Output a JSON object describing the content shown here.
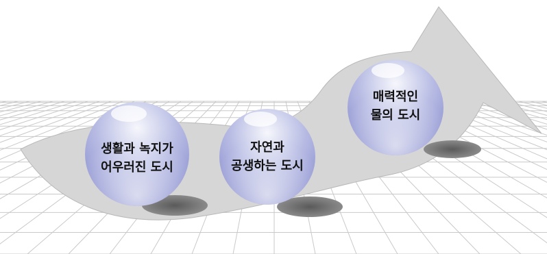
{
  "diagram": {
    "spheres": [
      {
        "line1": "생활과 녹지가",
        "line2": "어우러진 도시"
      },
      {
        "line1": "자연과",
        "line2": "공생하는 도시"
      },
      {
        "line1": "매력적인",
        "line2": "물의 도시"
      }
    ],
    "colors": {
      "arrow": "#d6d6d6",
      "grid": "#c9c9c9",
      "sphere_dark": "#7f86cc",
      "sphere_light": "#f3f4fb",
      "shadow": "#6e6e6e"
    }
  }
}
